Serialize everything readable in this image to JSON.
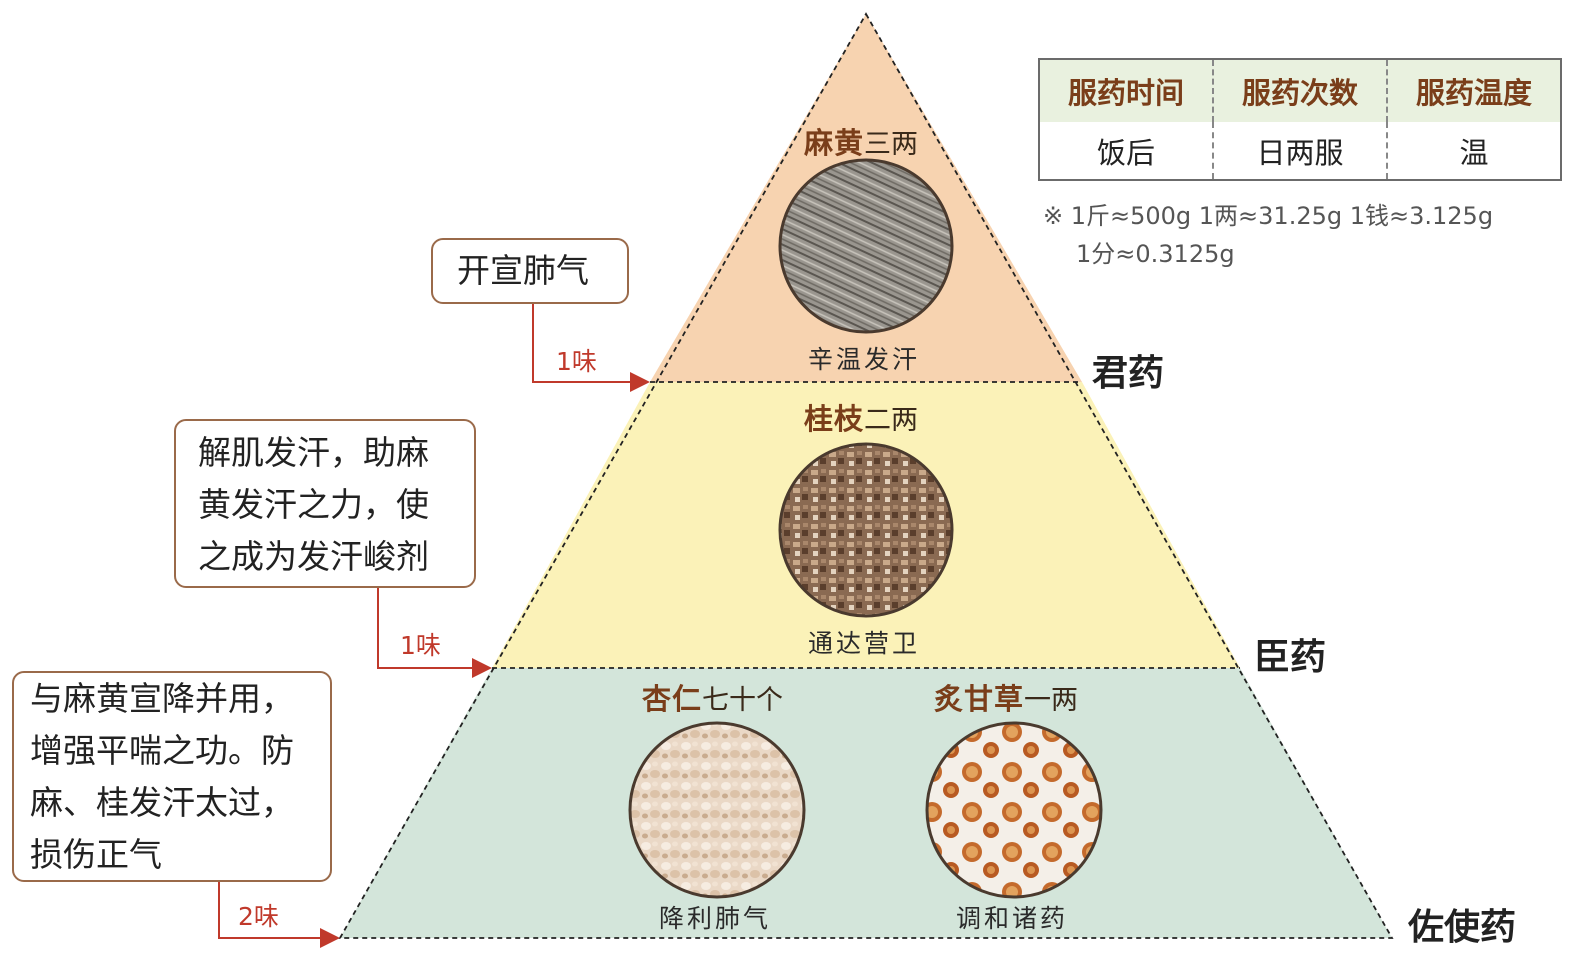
{
  "table": {
    "headers": [
      "服药时间",
      "服药次数",
      "服药温度"
    ],
    "values": [
      "饭后",
      "日两服",
      "温"
    ]
  },
  "conversion": {
    "line1": "※ 1斤≈500g   1两≈31.25g   1钱≈3.125g",
    "line2": "1分≈0.3125g"
  },
  "tiers": [
    {
      "role": "君药",
      "note_lines": [
        "开宣肺气"
      ],
      "count": "1味",
      "herbs": [
        {
          "name": "麻黄",
          "dose": "三两",
          "effect": "辛温发汗"
        }
      ]
    },
    {
      "role": "臣药",
      "note_lines": [
        "解肌发汗，助麻",
        "黄发汗之力，使",
        "之成为发汗峻剂"
      ],
      "count": "1味",
      "herbs": [
        {
          "name": "桂枝",
          "dose": "二两",
          "effect": "通达营卫"
        }
      ]
    },
    {
      "role": "佐使药",
      "note_lines": [
        "与麻黄宣降并用，",
        "增强平喘之功。防",
        "麻、桂发汗太过，",
        "损伤正气"
      ],
      "count": "2味",
      "herbs": [
        {
          "name": "杏仁",
          "dose": "七十个",
          "effect": "降利肺气"
        },
        {
          "name": "炙甘草",
          "dose": "一两",
          "effect": "调和诸药"
        }
      ]
    }
  ],
  "colors": {
    "tier_top": "#f7d3b0",
    "tier_mid": "#fbf2b8",
    "tier_bottom": "#d3e5da",
    "arrow": "#c0392b",
    "herb_name": "#7a3e1a"
  }
}
